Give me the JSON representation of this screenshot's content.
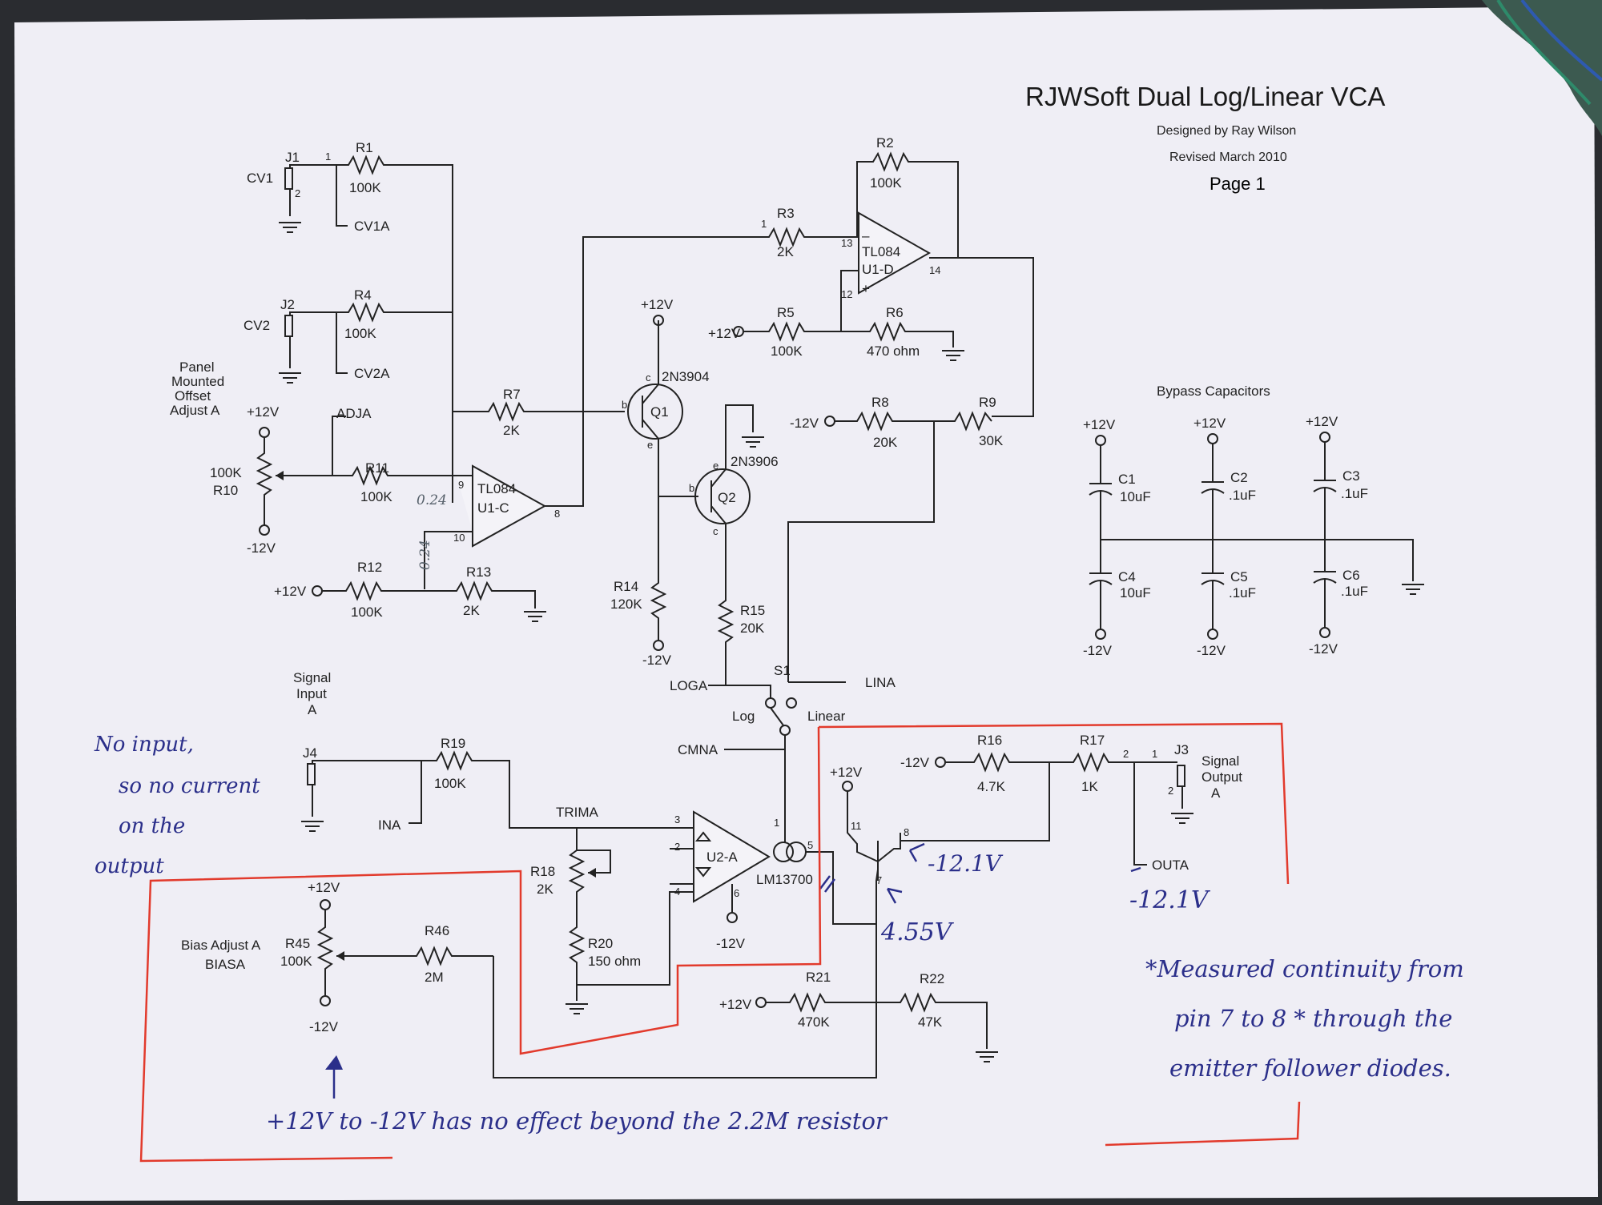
{
  "title": {
    "main": "RJWSoft Dual Log/Linear VCA",
    "designer": "Designed by Ray Wilson",
    "revised": "Revised March 2010",
    "page": "Page 1"
  },
  "labels": {
    "j1": "J1",
    "cv1": "CV1",
    "r1": "R1",
    "r1v": "100K",
    "cv1a": "CV1A",
    "j2": "J2",
    "cv2": "CV2",
    "r4": "R4",
    "r4v": "100K",
    "cv2a": "CV2A",
    "panel1": "Panel",
    "panel2": "Mounted",
    "panel3": "Offset",
    "panel4": "Adjust A",
    "adja": "ADJA",
    "r10v": "100K",
    "r10": "R10",
    "p12a": "+12V",
    "m12a": "-12V",
    "r11": "R11",
    "r11v": "100K",
    "r7": "R7",
    "r7v": "2K",
    "r12": "R12",
    "r12v": "100K",
    "r13": "R13",
    "r13v": "2K",
    "p12r12": "+12V",
    "u1c1": "TL084",
    "u1c2": "U1-C",
    "r3": "R3",
    "r3v": "2K",
    "r2": "R2",
    "r2v": "100K",
    "u1d1": "TL084",
    "u1d2": "U1-D",
    "r5": "R5",
    "r5v": "100K",
    "p12r5": "+12V",
    "r6": "R6",
    "r6v": "470 ohm",
    "q1v": "+12V",
    "q1t": "2N3904",
    "q1": "Q1",
    "q2t": "2N3906",
    "q2": "Q2",
    "r14": "R14",
    "r14v": "120K",
    "m12r14": "-12V",
    "r15": "R15",
    "r15v": "20K",
    "r8": "R8",
    "r8v": "20K",
    "m12r8": "-12V",
    "r9": "R9",
    "r9v": "30K",
    "s1": "S1",
    "loga": "LOGA",
    "lina": "LINA",
    "log": "Log",
    "linear": "Linear",
    "cmna": "CMNA",
    "sig1": "Signal",
    "sig2": "Input",
    "sig3": "A",
    "j4": "J4",
    "r19": "R19",
    "r19v": "100K",
    "ina": "INA",
    "trima": "TRIMA",
    "r18": "R18",
    "r18v": "2K",
    "r20": "R20",
    "r20v": "150 ohm",
    "u2a": "U2-A",
    "lm": "LM13700",
    "m12u2": "-12V",
    "bias1": "Bias Adjust A",
    "bias2": "BIASA",
    "r45": "R45",
    "r45v": "100K",
    "p12r45": "+12V",
    "m12r45": "-12V",
    "r46": "R46",
    "r46v": "2M",
    "p12r21": "+12V",
    "r21": "R21",
    "r21v": "470K",
    "r22": "R22",
    "r22v": "47K",
    "p12q": "+12V",
    "m12r16": "-12V",
    "r16": "R16",
    "r16v": "4.7K",
    "r17": "R17",
    "r17v": "1K",
    "j3": "J3",
    "so1": "Signal",
    "so2": "Output",
    "so3": "A",
    "outa": "OUTA",
    "bypass": "Bypass Capacitors",
    "c1": "C1",
    "c1v": "10uF",
    "c2": "C2",
    "c2v": ".1uF",
    "c3": "C3",
    "c3v": ".1uF",
    "c4": "C4",
    "c4v": "10uF",
    "c5": "C5",
    "c5v": ".1uF",
    "c6": "C6",
    "c6v": ".1uF",
    "cp12": "+12V",
    "cm12": "-12V"
  },
  "pins": [
    "1",
    "2",
    "3",
    "9",
    "10",
    "8",
    "13",
    "12",
    "14",
    "11",
    "7",
    "5",
    "4",
    "6"
  ],
  "handwritten": {
    "pencil1": "0.24",
    "pencil2": "0.24",
    "no_input_1": "No input,",
    "no_input_2": "so no current",
    "no_input_3": "on the",
    "no_input_4": "output",
    "v_pin8": "-12.1V",
    "v_outa": "-12.1V",
    "v_pin7": "4.55V",
    "note1": "*Measured continuity from",
    "note2": "pin 7 to 8 * through the",
    "note3": "emitter follower diodes.",
    "bottom": "+12V to -12V has no effect beyond the 2.2M resistor"
  }
}
